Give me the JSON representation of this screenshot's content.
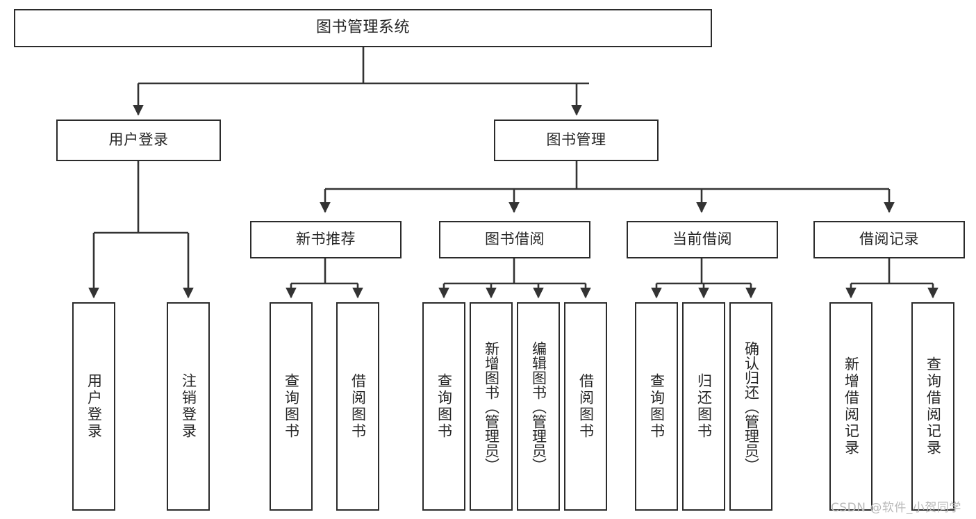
{
  "diagram": {
    "title": "图书管理系统",
    "type": "tree-hierarchy",
    "root": {
      "label": "图书管理系统"
    },
    "level2": [
      {
        "label": "用户登录"
      },
      {
        "label": "图书管理"
      }
    ],
    "level3": [
      {
        "label": "新书推荐"
      },
      {
        "label": "图书借阅"
      },
      {
        "label": "当前借阅"
      },
      {
        "label": "借阅记录"
      }
    ],
    "leaves": {
      "user_login": [
        {
          "label": "用户登录"
        },
        {
          "label": "注销登录"
        }
      ],
      "new_book_recommend": [
        {
          "label": "查询图书"
        },
        {
          "label": "借阅图书"
        }
      ],
      "book_borrow": [
        {
          "label": "查询图书"
        },
        {
          "label": "新增图书（管理员）"
        },
        {
          "label": "编辑图书（管理员）"
        },
        {
          "label": "借阅图书"
        }
      ],
      "current_borrow": [
        {
          "label": "查询图书"
        },
        {
          "label": "归还图书"
        },
        {
          "label": "确认归还（管理员）"
        }
      ],
      "borrow_record": [
        {
          "label": "新增借阅记录"
        },
        {
          "label": "查询借阅记录"
        }
      ]
    }
  },
  "watermark": {
    "text": "CSDN @软件_小贺同学"
  },
  "colors": {
    "background": "#ffffff",
    "border": "#2b2b2b",
    "text": "#262626",
    "edge": "#333333",
    "watermark": "#b9b9b9"
  }
}
